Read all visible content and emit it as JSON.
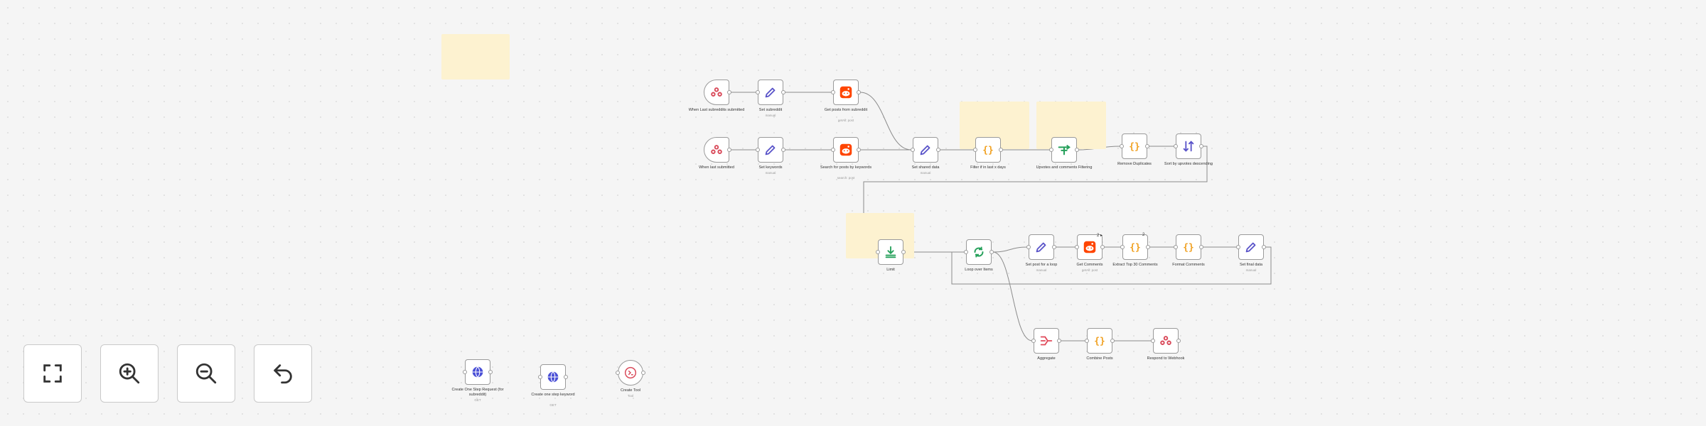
{
  "colors": {
    "sticky": "#fdf2d0",
    "edge": "#8c8c8c",
    "node_border": "#9a9a9a",
    "pencil": "#5a54c9",
    "reddit": "#ff4500",
    "code": "#f0a020",
    "sort": "#5a54c9",
    "filter": "#25a05a",
    "loop": "#25a05a",
    "extract": "#25a05a",
    "aggregate": "#e0495a",
    "webhook": "#4a4fd6",
    "subworkflow": "#d94a5a"
  },
  "nodes": {
    "trigger_subreddit": {
      "label": "When Last subreddits submitted",
      "icon": "workflow-icon"
    },
    "set_subreddit": {
      "label": "Set subreddit",
      "sub": "manual",
      "icon": "pencil-icon"
    },
    "get_posts_subreddit": {
      "label": "Get posts from subreddit",
      "sub": "getAll: post",
      "icon": "reddit-icon"
    },
    "trigger_keyword": {
      "label": "When last submitted",
      "icon": "workflow-icon"
    },
    "set_keywords": {
      "label": "Set keywords",
      "sub": "manual",
      "icon": "pencil-icon"
    },
    "search_posts_keywords": {
      "label": "Search for posts by keywords",
      "sub": "search: post",
      "icon": "reddit-icon"
    },
    "set_shared_data": {
      "label": "Set shared data",
      "sub": "manual",
      "icon": "pencil-icon"
    },
    "filter_last_days": {
      "label": "Filter if in last x days",
      "icon": "code-icon"
    },
    "upvotes_filter": {
      "label": "Upvotes and comments Filtering",
      "icon": "filter-icon"
    },
    "remove_duplicates": {
      "label": "Remove Duplicates",
      "icon": "code-icon"
    },
    "sort_upvotes": {
      "label": "Sort by upvotes descending",
      "icon": "sort-icon"
    },
    "limit": {
      "label": "Limit",
      "icon": "extract-icon"
    },
    "loop_over_items": {
      "label": "Loop over Items",
      "icon": "loop-icon"
    },
    "set_post_id": {
      "label": "Set post for a loop",
      "sub": "manual",
      "icon": "pencil-icon"
    },
    "get_comments": {
      "label": "Get Comments",
      "sub": "getAll: post",
      "badge": "2 ▸",
      "icon": "reddit-icon"
    },
    "extract_top_comments": {
      "label": "Extract Top 30 Comments",
      "badge": "2",
      "icon": "code-icon"
    },
    "format_comments": {
      "label": "Format Comments",
      "icon": "code-icon"
    },
    "set_final_data": {
      "label": "Set final data",
      "sub": "manual",
      "icon": "pencil-icon"
    },
    "aggregate": {
      "label": "Aggregate",
      "icon": "aggregate-icon"
    },
    "combine_posts": {
      "label": "Combine Posts",
      "icon": "code-icon"
    },
    "respond_to_webhook": {
      "label": "Respond to Webhook",
      "icon": "workflow-icon"
    },
    "webhook_subreddit": {
      "label": "Create One Step Request (for subreddit)",
      "sub": "GET",
      "icon": "globe-icon"
    },
    "webhook_keyword": {
      "label": "Create one step keyword",
      "sub": "GET",
      "icon": "globe-icon"
    },
    "sub_workflow": {
      "label": "Create Tool",
      "sub": "Tool",
      "icon": "subworkflow-icon"
    }
  },
  "controls": {
    "fit_view": "fit-view-icon",
    "zoom_in": "zoom-in-icon",
    "zoom_out": "zoom-out-icon",
    "undo": "undo-icon"
  }
}
